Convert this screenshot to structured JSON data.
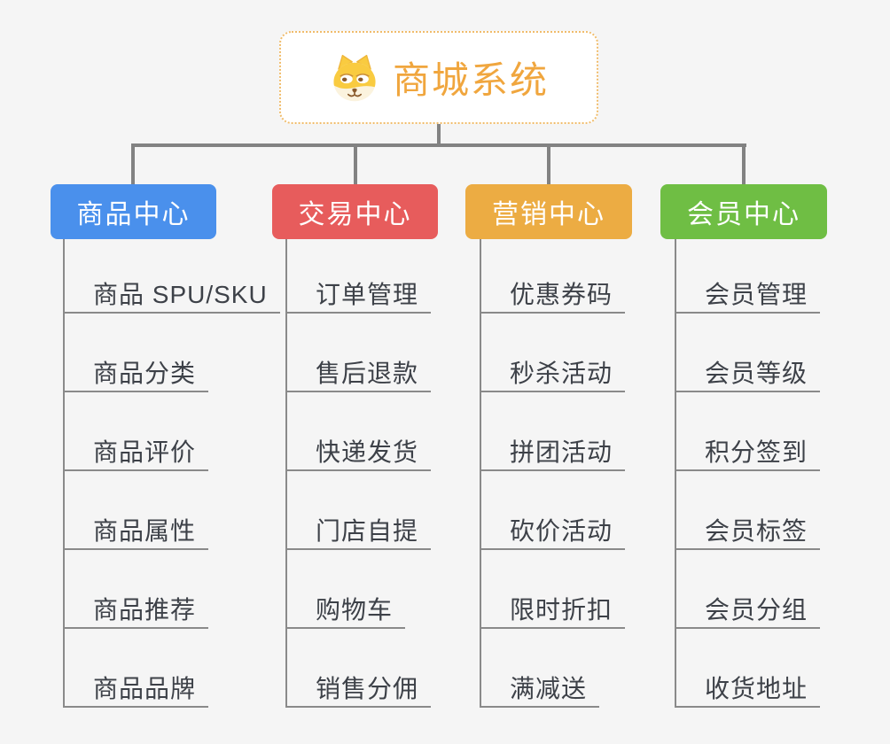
{
  "root": {
    "title": "商城系统",
    "icon": "dog-face-icon"
  },
  "branches": [
    {
      "label": "商品中心",
      "color": "#4A90EC",
      "items": [
        "商品 SPU/SKU",
        "商品分类",
        "商品评价",
        "商品属性",
        "商品推荐",
        "商品品牌"
      ]
    },
    {
      "label": "交易中心",
      "color": "#E75C5C",
      "items": [
        "订单管理",
        "售后退款",
        "快递发货",
        "门店自提",
        "购物车",
        "销售分佣"
      ]
    },
    {
      "label": "营销中心",
      "color": "#ECAC43",
      "items": [
        "优惠券码",
        "秒杀活动",
        "拼团活动",
        "砍价活动",
        "限时折扣",
        "满减送"
      ]
    },
    {
      "label": "会员中心",
      "color": "#6FBE44",
      "items": [
        "会员管理",
        "会员等级",
        "积分签到",
        "会员标签",
        "会员分组",
        "收货地址"
      ]
    }
  ],
  "colors": {
    "background": "#F5F5F5",
    "connector": "#828282",
    "leaf_line": "#8A8A8A",
    "leaf_text": "#3D4148",
    "root_text": "#F0A63E",
    "root_border": "#F0BC6B",
    "root_fill": "#FFFFFF"
  }
}
